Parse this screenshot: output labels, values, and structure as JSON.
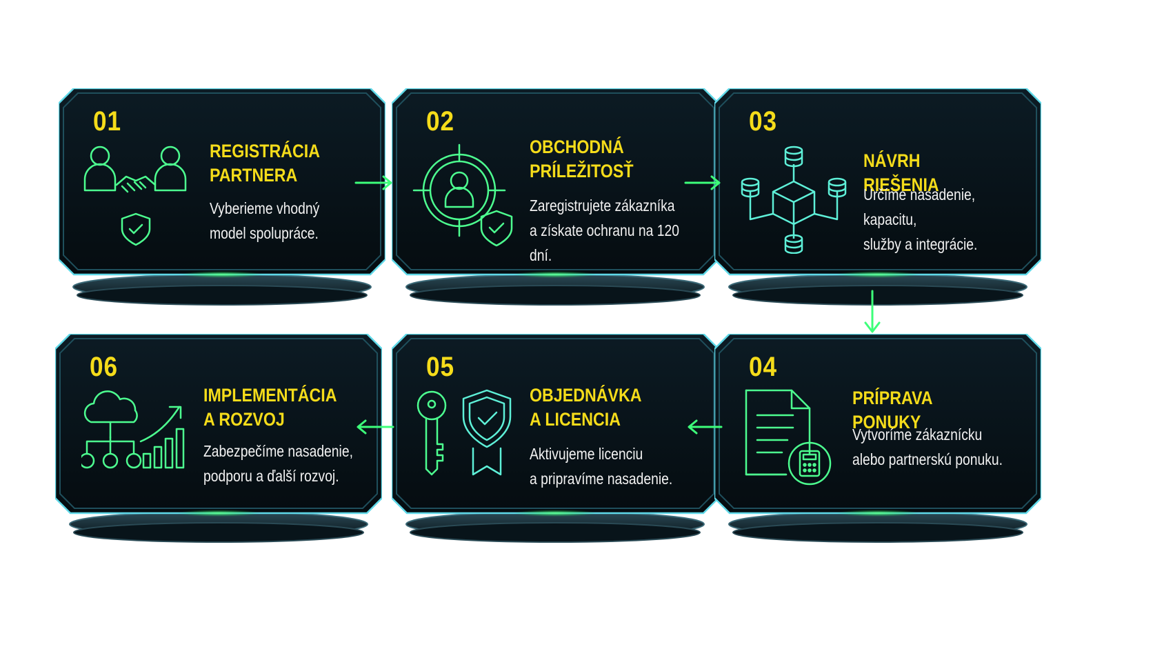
{
  "steps": [
    {
      "number": "01",
      "title": "REGISTRÁCIA\nPARTNERA",
      "desc": "Vyberieme vhodný\nmodel spolupráce.",
      "icon": "handshake-shield-icon"
    },
    {
      "number": "02",
      "title": "OBCHODNÁ\nPRÍLEŽITOSŤ",
      "desc": "Zaregistrujete zákazníka\na získate ochranu na 120 dní.",
      "icon": "target-user-shield-icon"
    },
    {
      "number": "03",
      "title": "NÁVRH RIEŠENIA",
      "desc": "Určíme nasadenie, kapacitu,\nslužby a integrácie.",
      "icon": "cube-network-icon"
    },
    {
      "number": "04",
      "title": "PRÍPRAVA PONUKY",
      "desc": "Vytvoríme zákaznícku\nalebo partnerskú ponuku.",
      "icon": "document-calculator-icon"
    },
    {
      "number": "05",
      "title": "OBJEDNÁVKA\nA LICENCIA",
      "desc": "Aktivujeme licenciu\na pripravíme nasadenie.",
      "icon": "key-shield-icon"
    },
    {
      "number": "06",
      "title": "IMPLEMENTÁCIA\nA ROZVOJ",
      "desc": "Zabezpečíme nasadenie,\npodporu a ďalší rozvoj.",
      "icon": "cloud-growth-icon"
    }
  ],
  "colors": {
    "accent": "#f5dc1a",
    "glow": "#3dff7a",
    "panel": "#0a1820",
    "edge": "#5fd8e8"
  }
}
